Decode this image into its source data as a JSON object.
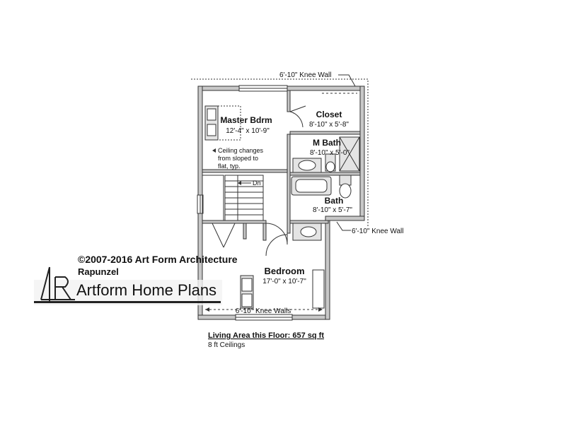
{
  "rooms": {
    "master": {
      "name": "Master Bdrm",
      "size": "12'-4\" x 10'-9\""
    },
    "closet": {
      "name": "Closet",
      "size": "8'-10\" x 5'-8\""
    },
    "mbath": {
      "name": "M Bath",
      "size": "8'-10\" x 5'-0\""
    },
    "bath": {
      "name": "Bath",
      "size": "8'-10\" x 5'-7\""
    },
    "bedroom": {
      "name": "Bedroom",
      "size": "17'-0\" x 10'-7\""
    }
  },
  "notes": {
    "knee_wall_top": "6'-10\" Knee Wall",
    "knee_wall_right": "6'-10\" Knee Wall",
    "knee_walls_bottom": "6'-10\" Knee Walls",
    "ceiling_line1": "Ceiling changes",
    "ceiling_line2": "from sloped to",
    "ceiling_line3": "flat, typ.",
    "stair_down": "Dn"
  },
  "copyright": {
    "line1": "©2007-2016 Art Form Architecture",
    "line2": "Rapunzel"
  },
  "logo": {
    "text": "Artform Home Plans"
  },
  "footer": {
    "area": "Living Area this Floor: 657 sq ft",
    "ceilings": "8 ft Ceilings"
  }
}
